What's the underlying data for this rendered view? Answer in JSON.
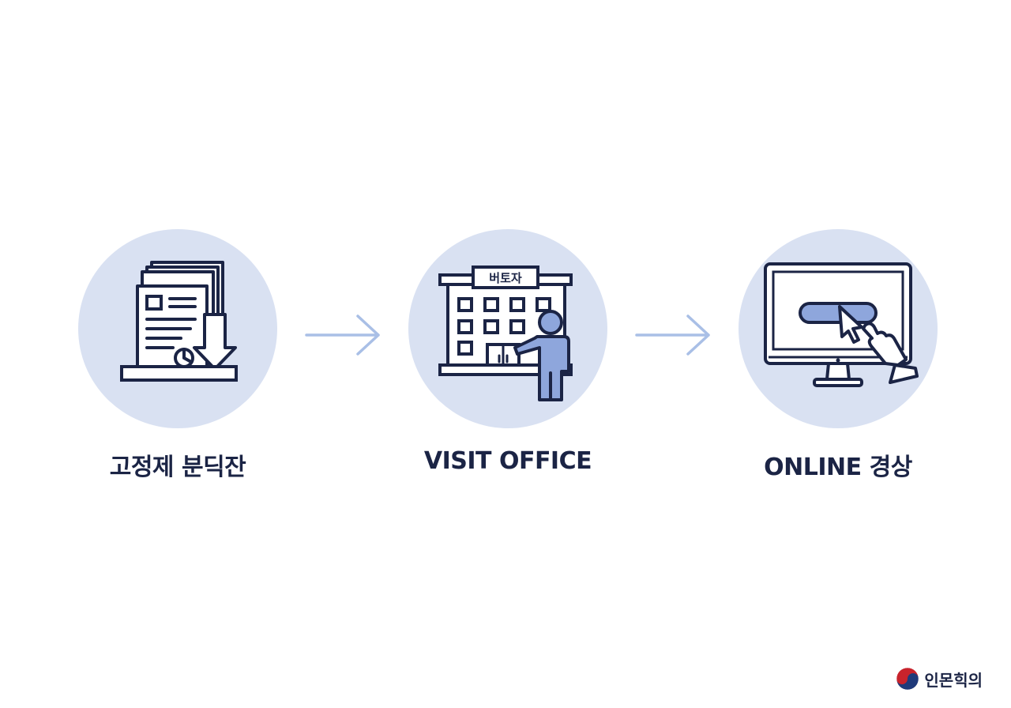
{
  "steps": [
    {
      "label": "고정제 분딕잔",
      "icon": "document-download-icon"
    },
    {
      "label": "VISIT OFFICE",
      "icon": "office-building-icon",
      "sign_text": "버토자"
    },
    {
      "label": "ONLINE 경상",
      "icon": "monitor-click-icon"
    }
  ],
  "brand": {
    "text": "인몬힉의",
    "icon": "taegeuk-logo-icon"
  },
  "colors": {
    "circle": "#d9e1f2",
    "stroke": "#1b2445",
    "accent": "#8ea6dc",
    "arrow": "#a9bfe6"
  }
}
